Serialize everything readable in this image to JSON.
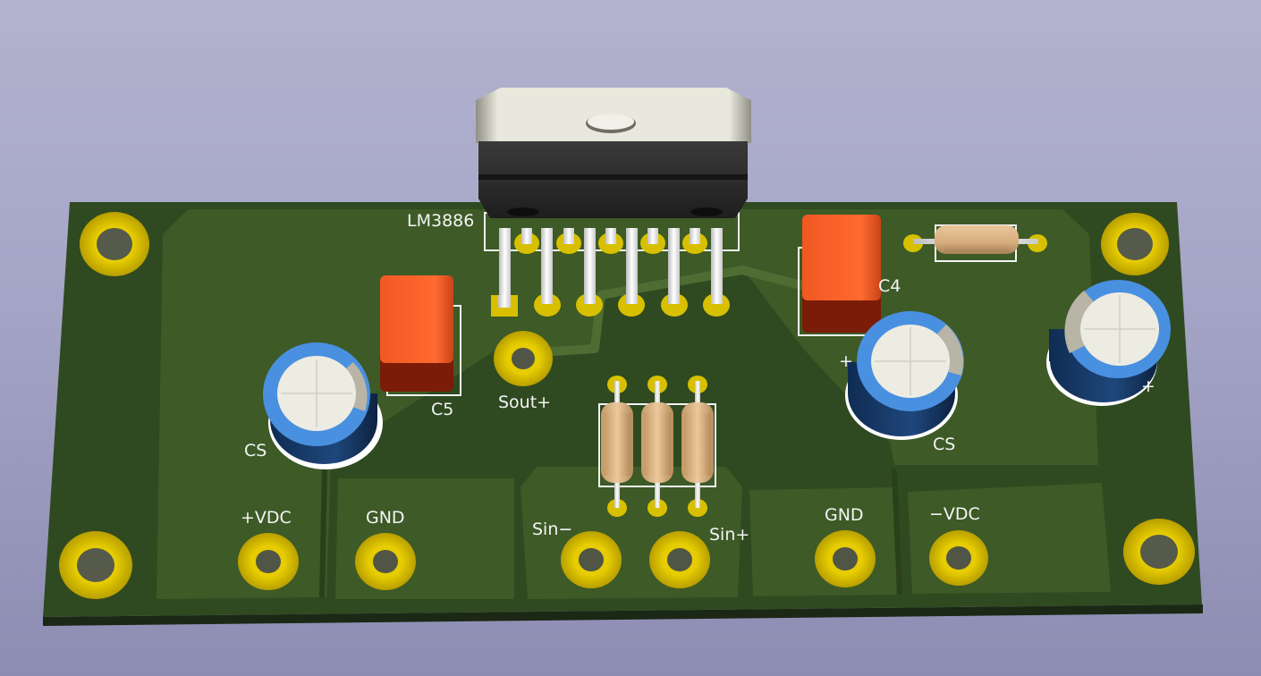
{
  "window": {
    "title": "3D Viewer"
  },
  "board": {
    "colors": {
      "soldermask": "#2f4a20",
      "copper_plane": "#3f5a27",
      "edge": "#20301a",
      "pad_gold": "#d8c000",
      "silkscreen": "#f4f4f4",
      "chip_body": "#2a2a2a",
      "chip_tab": "#d6d6c8",
      "film_cap": "#f05a22",
      "electrolytic_sleeve": "#4a90e0",
      "electrolytic_top": "#ecece2",
      "resistor_body": "#dcb58a"
    },
    "labels": {
      "ic": "LM3886",
      "c5": "C5",
      "c4": "C4",
      "cs_left": "CS",
      "cs_right": "CS",
      "sout_plus": "Sout+",
      "vdc_plus": "+VDC",
      "gnd_left": "GND",
      "sin_minus": "Sin−",
      "sin_plus": "Sin+",
      "gnd_right": "GND",
      "vdc_minus": "−VDC",
      "polarity_left_plus": "+",
      "polarity_right_plus": "+"
    }
  }
}
